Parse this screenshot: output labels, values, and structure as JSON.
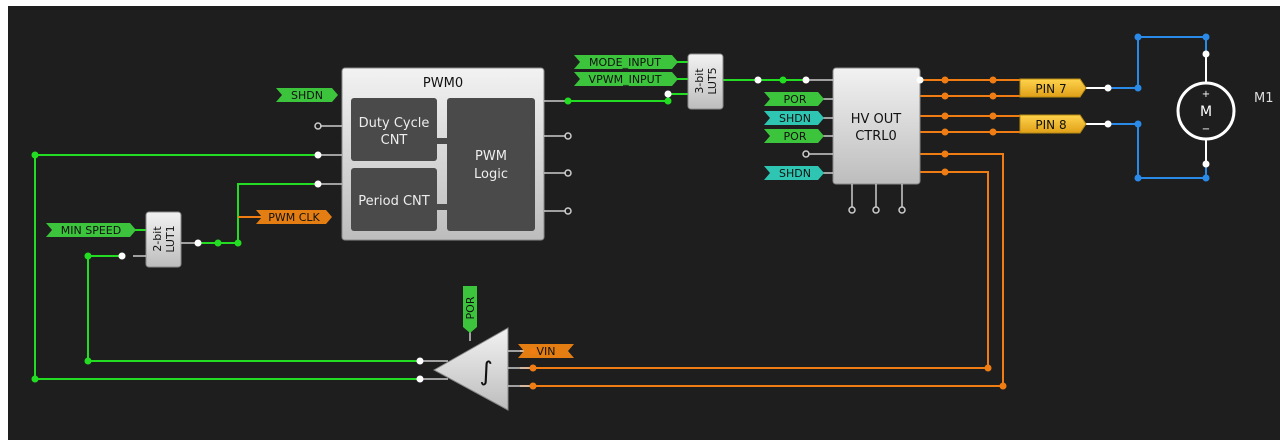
{
  "blocks": {
    "pwm": {
      "title": "PWM0",
      "duty_line1": "Duty Cycle",
      "duty_line2": "CNT",
      "period": "Period CNT",
      "logic_line1": "PWM",
      "logic_line2": "Logic"
    },
    "lut5": {
      "line1": "3-bit",
      "line2": "LUT5"
    },
    "lut1": {
      "line1": "2-bit",
      "line2": "LUT1"
    },
    "hvout": {
      "line1": "HV OUT",
      "line2": "CTRL0"
    },
    "integrator_symbol": "∫"
  },
  "tags": {
    "shdn_pwm": "SHDN",
    "pwm_clk": "PWM CLK",
    "min_speed": "MIN SPEED",
    "mode_input": "MODE_INPUT",
    "vpwm_input": "VPWM_INPUT",
    "por_1": "POR",
    "shdn_hv1": "SHDN",
    "por_2": "POR",
    "shdn_hv2": "SHDN",
    "por_int": "POR",
    "vin": "VIN"
  },
  "pins": {
    "pin7": "PIN 7",
    "pin8": "PIN 8"
  },
  "motor": {
    "label": "M1",
    "letter": "M",
    "plus": "+",
    "minus": "−"
  },
  "colors": {
    "background": "#1e1e1e",
    "green_wire": "#22dd22",
    "orange_wire": "#f07d14",
    "blue_wire": "#2a8ae8",
    "tag_green": "#3dc43d",
    "tag_teal": "#2ec6b2",
    "tag_orange": "#e47e12",
    "pin_yellow": "#f0b624",
    "block_gray": "#d6d6d6",
    "block_dark": "#4a4a4a"
  }
}
